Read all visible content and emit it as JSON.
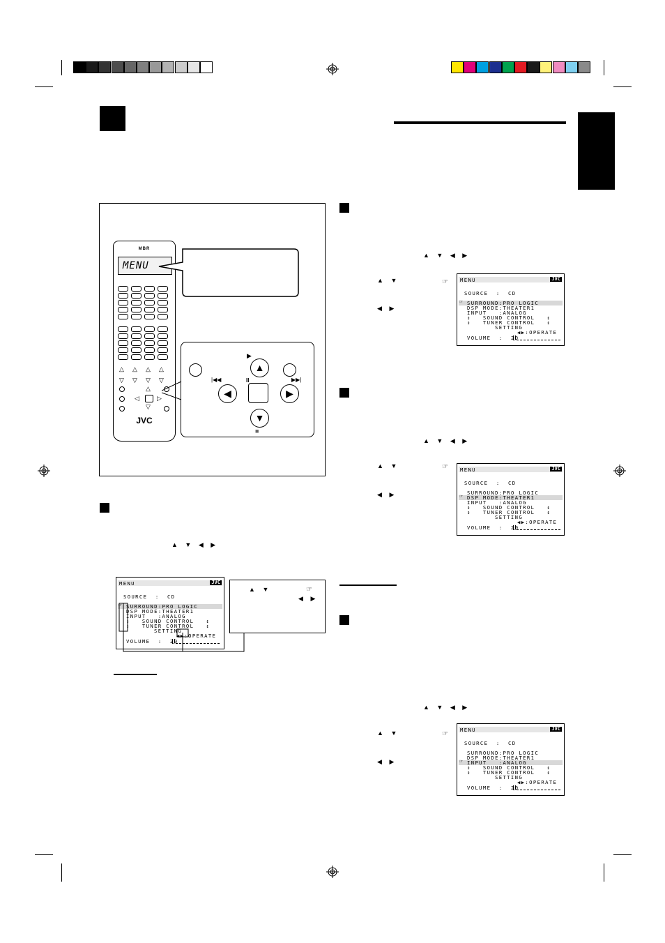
{
  "colors": {
    "gray_bar": [
      "#000000",
      "#1a1a1a",
      "#333333",
      "#4d4d4d",
      "#666666",
      "#808080",
      "#999999",
      "#b3b3b3",
      "#cccccc",
      "#e6e6e6",
      "#ffffff"
    ],
    "color_bar": [
      "#ffe600",
      "#e0007a",
      "#00a0e0",
      "#1c2f8f",
      "#00a24f",
      "#e31b23",
      "#1a1a1a",
      "#fff27a",
      "#f08cc0",
      "#7fd0f0",
      "#8a8a8a"
    ]
  },
  "remote": {
    "display_text": "MENU",
    "brand": "JVC",
    "top_label": "MBR"
  },
  "osd": {
    "header": "MENU",
    "brand": "JVC",
    "source": "SOURCE  :  CD",
    "lines": [
      "SURROUND:PRO LOGIC",
      "DSP MODE:THEATER1",
      "INPUT   :ANALOG",
      "↕   SOUND CONTROL   ↕",
      "↕   TUNER CONTROL   ↕",
      "SETTING",
      "◀▶:OPERATE"
    ],
    "volume": "VOLUME  :  20"
  },
  "icons": {
    "up": "▲",
    "down": "▼",
    "left": "◀",
    "right": "▶",
    "arrow_row": "▲ ▼ ◀ ▶",
    "play": "▶",
    "pause": "II",
    "rew": "|◀◀",
    "ff": "▶▶|",
    "stop": "■",
    "hand": "☞"
  }
}
